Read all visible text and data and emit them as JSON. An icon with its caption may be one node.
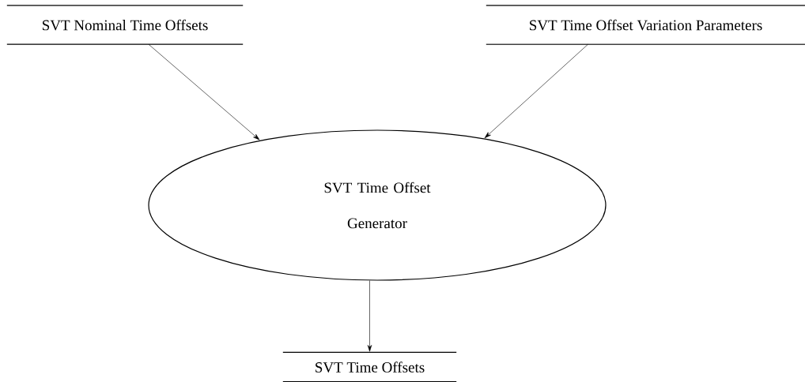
{
  "diagram": {
    "nodes": [
      {
        "text": [
          "SVT Nominal Time Offsets"
        ]
      },
      {
        "text": [
          "SVT Time Offset Variation Parameters"
        ]
      },
      {
        "text": [
          "SVT Time Offset Generator"
        ]
      },
      {
        "text": [
          "SVT Time Offsets"
        ]
      }
    ],
    "edges": [
      {
        "from": 0,
        "to": 2,
        "arrow": "to"
      },
      {
        "from": 1,
        "to": 2,
        "arrow": "to"
      },
      {
        "from": 2,
        "to": 3,
        "arrow": "to"
      }
    ]
  }
}
